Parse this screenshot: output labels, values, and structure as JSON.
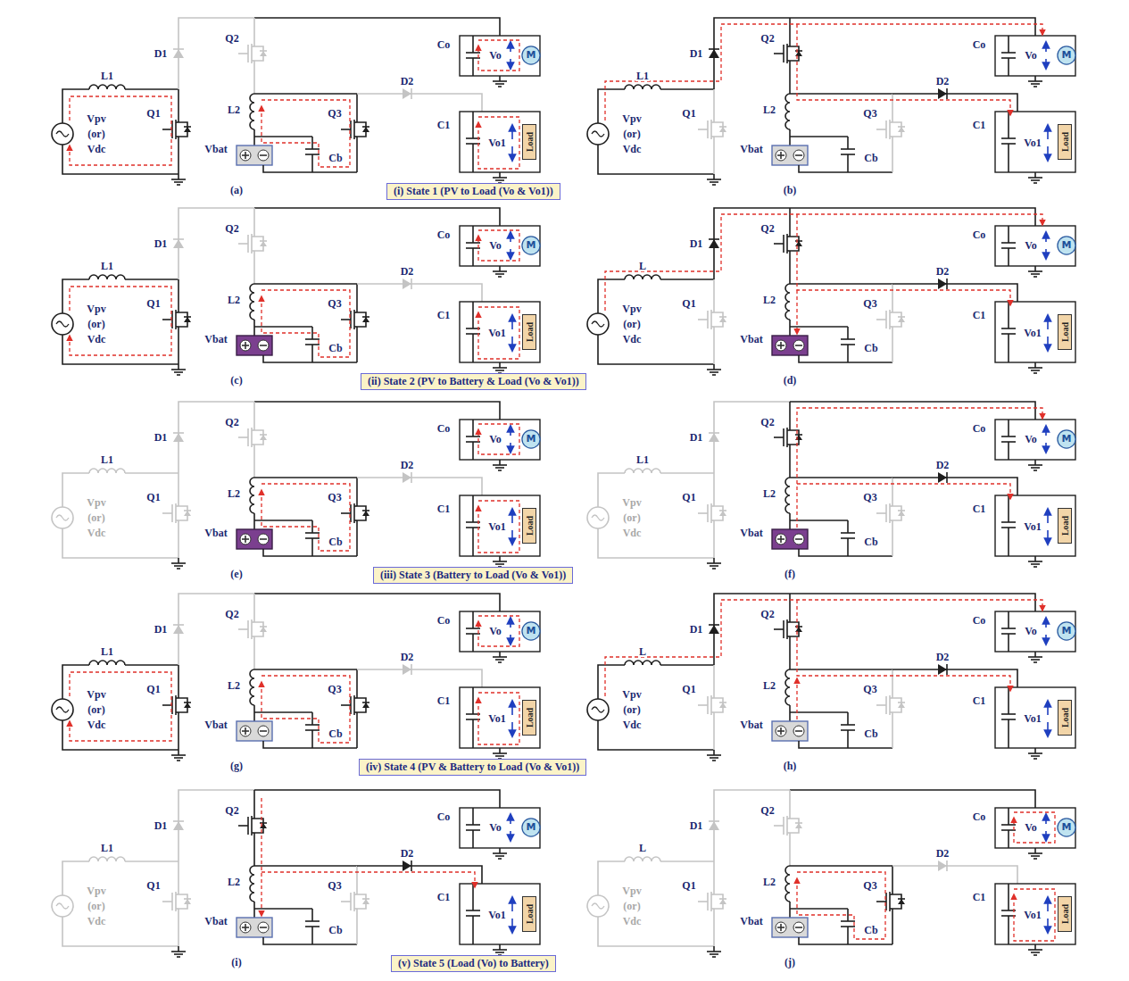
{
  "diagram": {
    "nodes": [
      {
        "text": [
          "M"
        ]
      },
      {
        "text": [
          "Load"
        ]
      },
      {
        "text": [
          "M"
        ]
      },
      {
        "text": [
          "Load"
        ]
      },
      {
        "text": [
          "(i) State 1 (PV to Load (Vo & Vo1))"
        ]
      },
      {
        "text": [
          "M"
        ]
      },
      {
        "text": [
          "Load"
        ]
      },
      {
        "text": [
          "M"
        ]
      },
      {
        "text": [
          "Load"
        ]
      },
      {
        "text": [
          "(ii) State 2 (PV to Battery & Load (Vo & Vo1))"
        ]
      },
      {
        "text": [
          "M"
        ]
      },
      {
        "text": [
          "Load"
        ]
      },
      {
        "text": [
          "M"
        ]
      },
      {
        "text": [
          "Load"
        ]
      },
      {
        "text": [
          "(iii) State 3 (Battery to Load (Vo & Vo1))"
        ]
      },
      {
        "text": [
          "M"
        ]
      },
      {
        "text": [
          "Load"
        ]
      },
      {
        "text": [
          "M"
        ]
      },
      {
        "text": [
          "Load"
        ]
      },
      {
        "text": [
          "(iv) State 4 (PV & Battery to Load (Vo & Vo1))"
        ]
      },
      {
        "text": [
          "M"
        ]
      },
      {
        "text": [
          "Load"
        ]
      },
      {
        "text": [
          "M"
        ]
      },
      {
        "text": [
          "Load"
        ]
      },
      {
        "text": [
          "(v) State 5 (Load (Vo) to Battery)"
        ]
      }
    ],
    "labels": [
      "L1",
      "Q2",
      "D1",
      "D2",
      "L2",
      "Q1",
      "Q3",
      "Vbat",
      "Cb",
      "Co",
      "C1",
      "Vo",
      "Vo1",
      "Vpv",
      "(or)",
      "Vdc",
      "(a)",
      "L1",
      "Q2",
      "D1",
      "D2",
      "L2",
      "Q1",
      "Q3",
      "Vbat",
      "Cb",
      "Co",
      "C1",
      "Vo",
      "Vo1",
      "Vpv",
      "(or)",
      "Vdc",
      "(b)",
      "L1",
      "Q2",
      "D1",
      "D2",
      "L2",
      "Q1",
      "Q3",
      "Vbat",
      "Cb",
      "Co",
      "C1",
      "Vo",
      "Vo1",
      "Vpv",
      "(or)",
      "Vdc",
      "(c)",
      "L",
      "Q2",
      "D1",
      "D2",
      "L2",
      "Q1",
      "Q3",
      "Vbat",
      "Cb",
      "Co",
      "C1",
      "Vo",
      "Vo1",
      "Vpv",
      "(or)",
      "Vdc",
      "(d)",
      "L1",
      "Q2",
      "D1",
      "D2",
      "L2",
      "Q1",
      "Q3",
      "Vbat",
      "Cb",
      "Co",
      "C1",
      "Vo",
      "Vo1",
      "Vpv",
      "(or)",
      "Vdc",
      "(e)",
      "L1",
      "Q2",
      "D1",
      "D2",
      "L2",
      "Q1",
      "Q3",
      "Vbat",
      "Cb",
      "Co",
      "C1",
      "Vo",
      "Vo1",
      "Vpv",
      "(or)",
      "Vdc",
      "(f)",
      "L1",
      "Q2",
      "D1",
      "D2",
      "L2",
      "Q1",
      "Q3",
      "Vbat",
      "Cb",
      "Co",
      "C1",
      "Vo",
      "Vo1",
      "Vpv",
      "(or)",
      "Vdc",
      "(g)",
      "L",
      "Q2",
      "D1",
      "D2",
      "L2",
      "Q1",
      "Q3",
      "Vbat",
      "Cb",
      "Co",
      "C1",
      "Vo",
      "Vo1",
      "Vpv",
      "(or)",
      "Vdc",
      "(h)",
      "L1",
      "Q2",
      "D1",
      "D2",
      "L2",
      "Q1",
      "Q3",
      "Vbat",
      "Cb",
      "Co",
      "C1",
      "Vo",
      "Vo1",
      "Vpv",
      "(or)",
      "Vdc",
      "(i)",
      "L",
      "Q2",
      "D1",
      "D2",
      "L2",
      "Q1",
      "Q3",
      "Vbat",
      "Cb",
      "Co",
      "C1",
      "Vo",
      "Vo1",
      "Vpv",
      "(or)",
      "Vdc",
      "(j)"
    ]
  }
}
